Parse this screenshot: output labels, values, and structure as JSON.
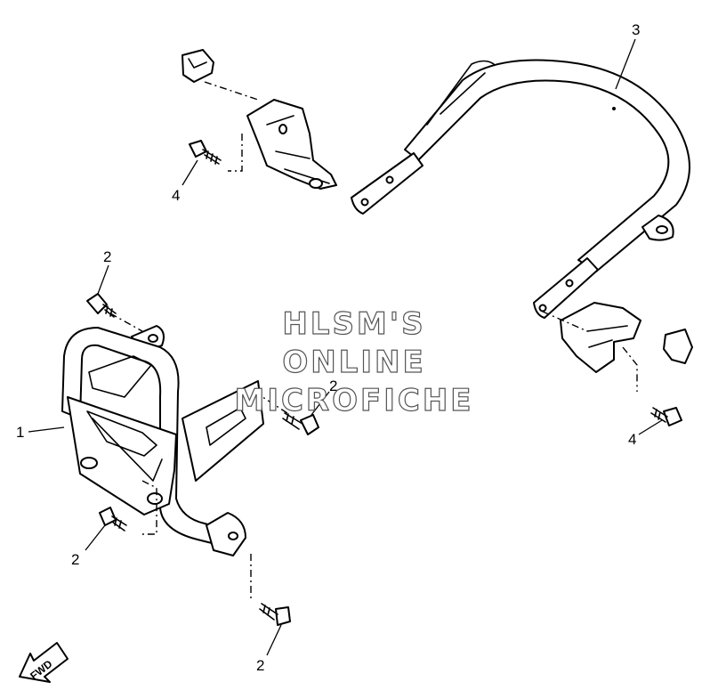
{
  "callouts": {
    "part_1": "1",
    "part_2a": "2",
    "part_2b": "2",
    "part_2c": "2",
    "part_2d": "2",
    "part_3": "3",
    "part_4a": "4",
    "part_4b": "4"
  },
  "watermark": {
    "line1": "HLSM'S",
    "line2": "ONLINE",
    "line3": "MICROFICHE"
  },
  "direction_marker": {
    "label": "FWD"
  }
}
